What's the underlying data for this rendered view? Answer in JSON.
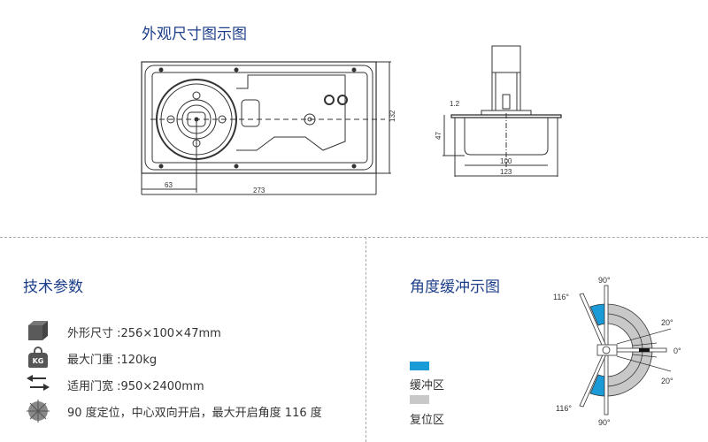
{
  "sections": {
    "dimensions_title": "外观尺寸图示图",
    "specs_title": "技术参数",
    "angle_title": "角度缓冲示图"
  },
  "drawing": {
    "dim_63": "63",
    "dim_273": "273",
    "dim_132": "132",
    "dim_1_2": "1.2",
    "dim_47": "47",
    "dim_100": "100",
    "dim_123": "123"
  },
  "specs": [
    {
      "icon": "cube-icon",
      "text": "外形尺寸 :256×100×47mm"
    },
    {
      "icon": "weight-kg-icon",
      "icon_text": "KG",
      "text": "最大门重 :120kg"
    },
    {
      "icon": "arrows-left-right-icon",
      "text": "适用门宽 :950×2400mm"
    },
    {
      "icon": "compass-icon",
      "text": "90 度定位，中心双向开启，最大开启角度 116 度"
    }
  ],
  "angle_diagram": {
    "labels": {
      "top90": "90°",
      "bottom90": "90°",
      "top116": "116°",
      "bottom116": "116°",
      "top20": "20°",
      "bottom20": "20°",
      "zero": "0°"
    },
    "colors": {
      "buffer": "#1a9ad6",
      "reset": "#c8c8c8"
    },
    "legend": [
      {
        "label": "缓冲区",
        "color": "#1a9ad6"
      },
      {
        "label": "复位区",
        "color": "#c8c8c8"
      }
    ]
  }
}
